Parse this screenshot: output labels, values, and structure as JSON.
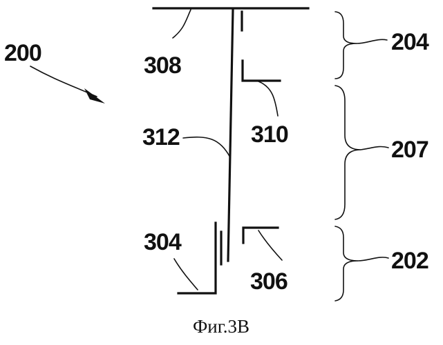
{
  "diagram": {
    "labels": {
      "assembly": "200",
      "top_brace": "204",
      "middle_brace": "207",
      "bottom_brace": "202",
      "top_plate": "308",
      "vertical_rod": "312",
      "upper_bracket": "310",
      "lower_left_bracket": "304",
      "lower_right_bracket": "306"
    },
    "caption": "Фиг.3B"
  }
}
